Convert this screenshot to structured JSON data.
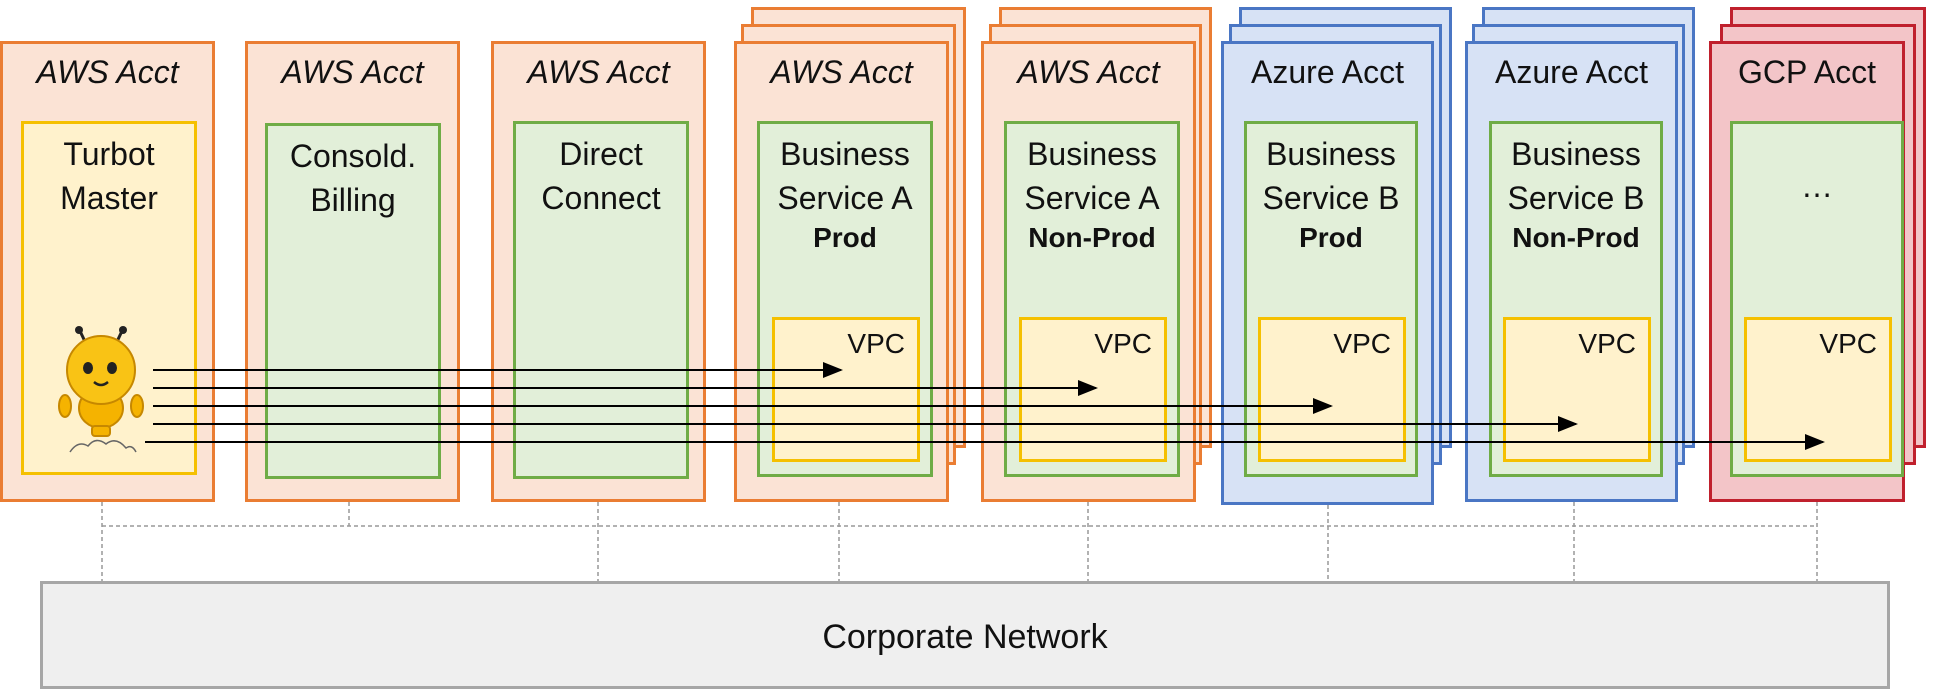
{
  "accounts": [
    {
      "title": "AWS Acct",
      "service": "Turbot\nMaster",
      "env": "",
      "vpc": ""
    },
    {
      "title": "AWS Acct",
      "service": "Consold.\nBilling",
      "env": "",
      "vpc": ""
    },
    {
      "title": "AWS Acct",
      "service": "Direct\nConnect",
      "env": "",
      "vpc": ""
    },
    {
      "title": "AWS Acct",
      "service": "Business\nService A",
      "env": "Prod",
      "vpc": "VPC"
    },
    {
      "title": "AWS Acct",
      "service": "Business\nService A",
      "env": "Non-Prod",
      "vpc": "VPC"
    },
    {
      "title": "Azure Acct",
      "service": "Business\nService B",
      "env": "Prod",
      "vpc": "VPC"
    },
    {
      "title": "Azure Acct",
      "service": "Business\nService B",
      "env": "Non-Prod",
      "vpc": "VPC"
    },
    {
      "title": "GCP Acct",
      "service": "…",
      "env": "",
      "vpc": "VPC"
    }
  ],
  "network": {
    "label": "Corporate Network"
  },
  "colors": {
    "aws_fill": "#fbe3d5",
    "aws_border": "#ea7d33",
    "azure_fill": "#d7e2f5",
    "azure_border": "#4a76c4",
    "gcp_fill": "#f3c5c8",
    "gcp_border": "#c0202d",
    "service_fill": "#e2efd9",
    "service_border": "#6fac46",
    "vpc_fill": "#fff2cc",
    "vpc_border": "#f5c000"
  },
  "icons": {
    "mascot": "turbot-bee-robot-icon"
  }
}
